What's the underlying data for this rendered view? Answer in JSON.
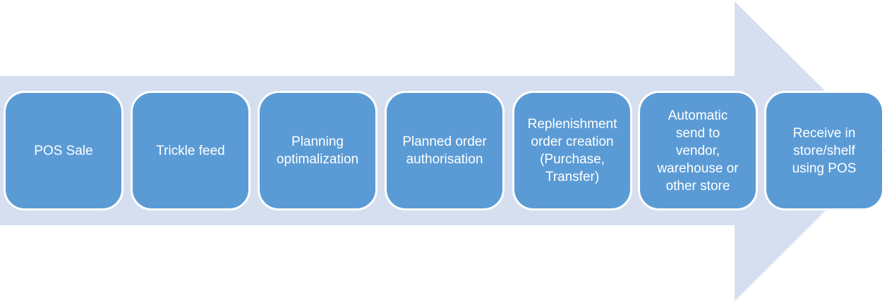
{
  "colors": {
    "arrow_fill": "#d6dff0",
    "box_fill": "#5b9bd5",
    "box_border": "#ffffff",
    "text": "#ffffff"
  },
  "steps": [
    {
      "label": "POS Sale"
    },
    {
      "label": "Trickle feed"
    },
    {
      "label": "Planning\noptimalization"
    },
    {
      "label": "Planned order\nauthorisation"
    },
    {
      "label": "Replenishment\norder creation\n(Purchase,\nTransfer)"
    },
    {
      "label": "Automatic\nsend to\nvendor,\nwarehouse or\nother store"
    },
    {
      "label": "Receive in\nstore/shelf\nusing POS"
    }
  ]
}
